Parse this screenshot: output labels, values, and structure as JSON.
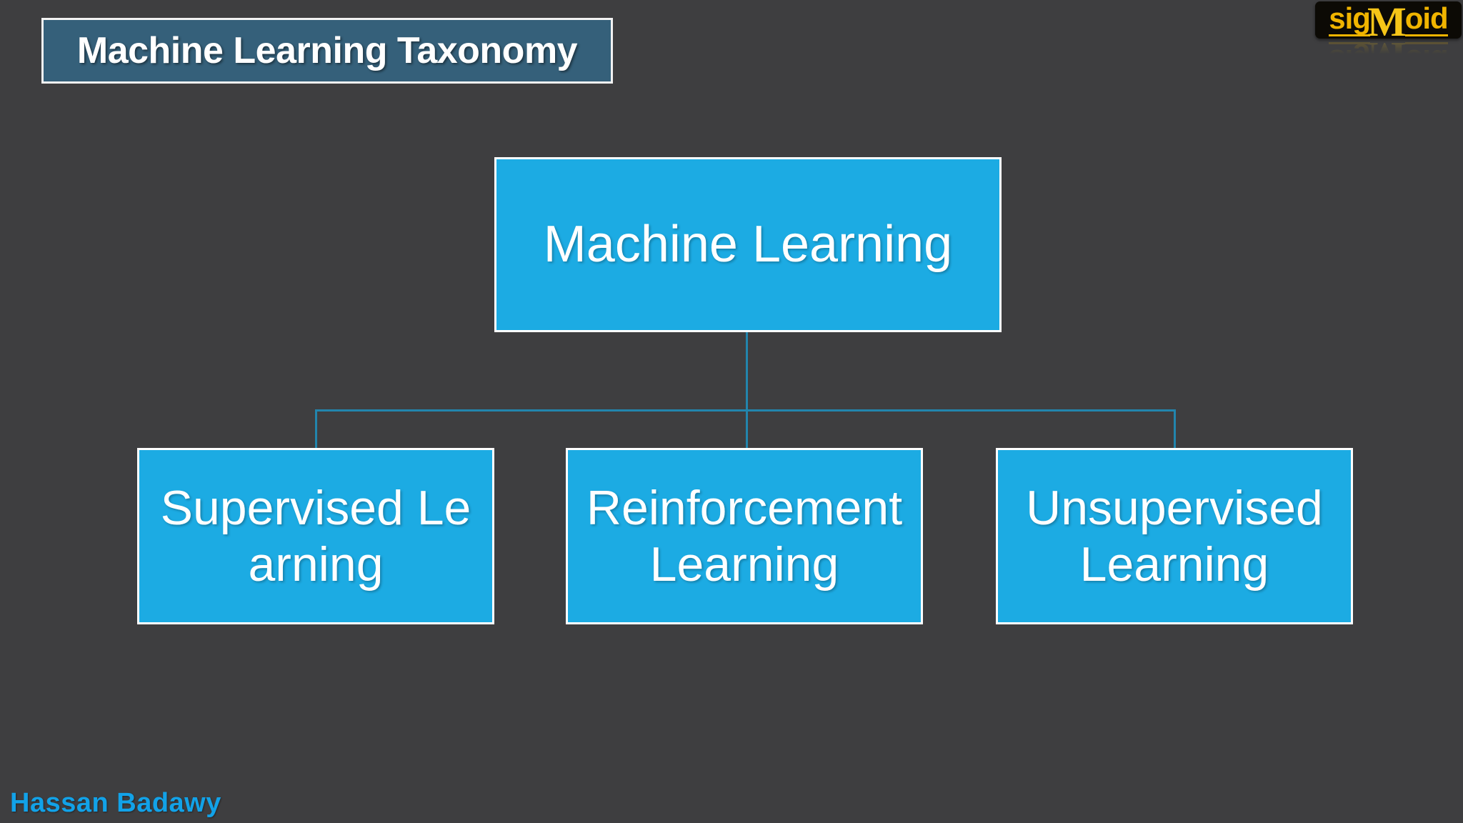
{
  "slide": {
    "title": "Machine Learning Taxonomy",
    "background_color": "#3e3e40",
    "title_box_color": "#35607a",
    "node_color": "#1cabe3",
    "connector_color": "#2285ad",
    "footer_color": "#12a2e8"
  },
  "logo": {
    "part1": "sig",
    "part2": "M",
    "part3": "oid",
    "full_text": "sigMoid",
    "text_color": "#f0b400",
    "plate_color": "#0c0a05"
  },
  "diagram": {
    "root": {
      "label": "Machine Learning"
    },
    "children": [
      {
        "label": "Supervised Learning"
      },
      {
        "label": "Reinforcement Learning"
      },
      {
        "label": "Unsupervised Learning"
      }
    ]
  },
  "footer": {
    "author": "Hassan Badawy"
  }
}
